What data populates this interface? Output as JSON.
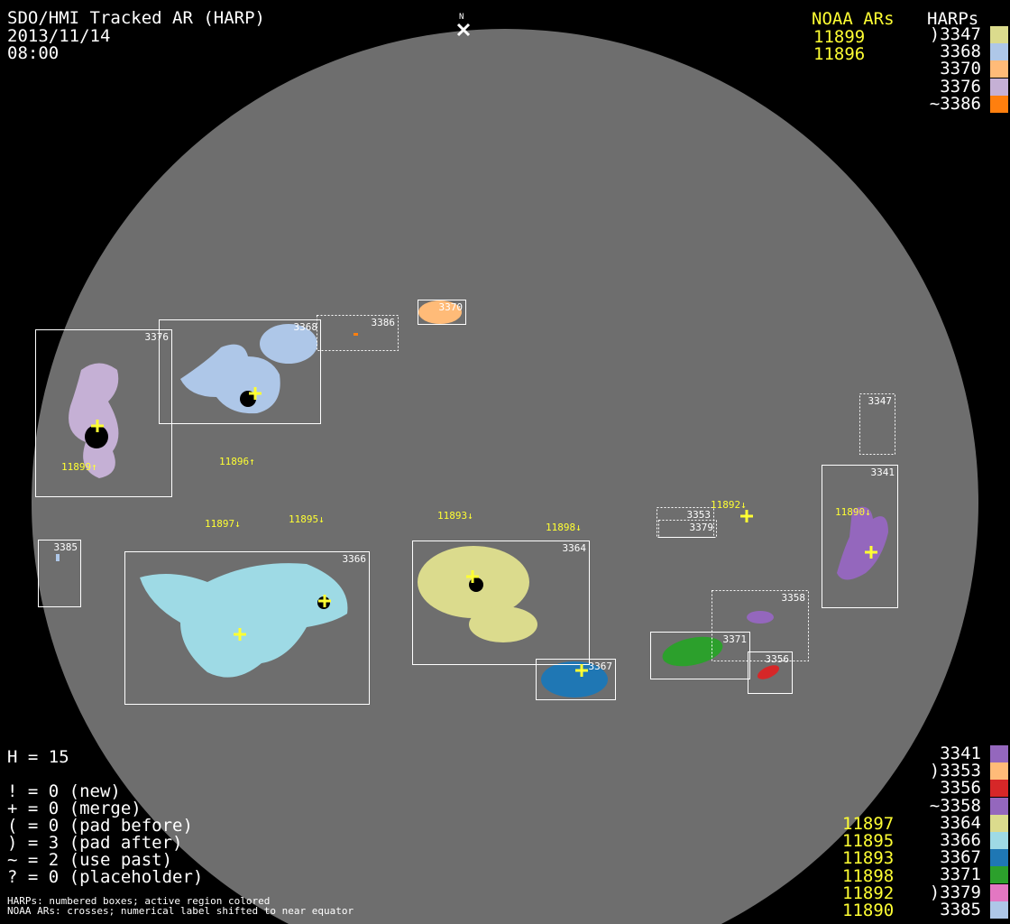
{
  "header": {
    "title": "SDO/HMI Tracked AR (HARP)",
    "date": "2013/11/14",
    "time": "08:00",
    "north": "N"
  },
  "legend_top": {
    "noaa_title": "NOAA ARs",
    "harps_title": "HARPs",
    "noaa": [
      "11899",
      "11896"
    ],
    "harps": [
      {
        "label": ")3347",
        "color": "#dbdb8d"
      },
      {
        "label": "3368",
        "color": "#aec7e8"
      },
      {
        "label": "3370",
        "color": "#ffbb78"
      },
      {
        "label": "3376",
        "color": "#c5b0d5"
      },
      {
        "label": "~3386",
        "color": "#ff7f0e"
      }
    ]
  },
  "legend_bottom": {
    "noaa": [
      "11897",
      "11895",
      "11893",
      "11898",
      "11892",
      "11890"
    ],
    "harps": [
      {
        "label": "3341",
        "color": "#9467bd"
      },
      {
        "label": ")3353",
        "color": "#ffbb78"
      },
      {
        "label": "3356",
        "color": "#d62728"
      },
      {
        "label": "~3358",
        "color": "#9467bd"
      },
      {
        "label": "3364",
        "color": "#dbdb8d"
      },
      {
        "label": "3366",
        "color": "#9edae5"
      },
      {
        "label": "3367",
        "color": "#1f77b4"
      },
      {
        "label": "3371",
        "color": "#2ca02c"
      },
      {
        "label": ")3379",
        "color": "#e377c2"
      },
      {
        "label": "3385",
        "color": "#aec7e8"
      }
    ]
  },
  "stats": {
    "h": "H = 15",
    "lines": [
      "! = 0 (new)",
      "+ = 0 (merge)",
      "( = 0 (pad before)",
      ") = 3 (pad after)",
      "~ = 2 (use past)",
      "? = 0 (placeholder)"
    ]
  },
  "notes": [
    "HARPs: numbered boxes; active region colored",
    "NOAA ARs: crosses; numerical label shifted to near equator"
  ],
  "disk": {
    "harp_boxes": [
      "3376",
      "3368",
      "3386",
      "3370",
      "3347",
      "3341",
      "3385",
      "3366",
      "3364",
      "3367",
      "3353",
      "3379",
      "3358",
      "3371",
      "3356"
    ],
    "noaa_labels": [
      "11899↑",
      "11896↑",
      "11897↓",
      "11895↓",
      "11893↓",
      "11898↓",
      "11892↓",
      "11890↓"
    ]
  }
}
